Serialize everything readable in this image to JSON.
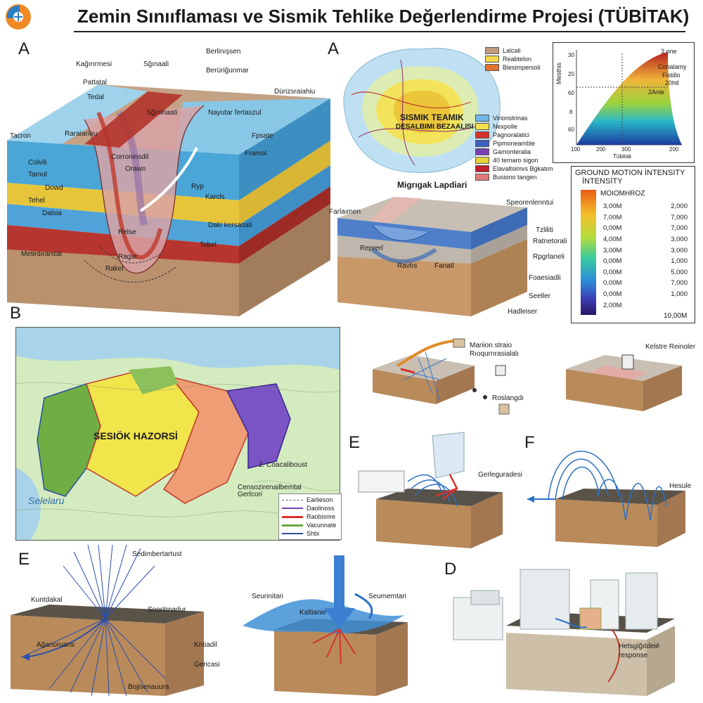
{
  "title": "Zemin Sınııflaması ve Sismik Tehlike Değerlendirme Projesi (TÜBİTAK)",
  "logo": "logo-icon",
  "panel_a_left": {
    "label": "A",
    "labels": [
      "Kağırırmesi",
      "Sğınaali",
      "Berlinışsen",
      "Berüriğunmar",
      "Pattatal",
      "Tedal",
      "Sğıninaati",
      "Dürizsraiahiu",
      "Nayutar fertaszul",
      "Tacron",
      "Raraiariou",
      "Fpsate",
      "Colvili",
      "Corroninsdil",
      "Tamol",
      "Orawn",
      "Framol",
      "Dowd",
      "Tehel",
      "Ryp",
      "Karcls",
      "Dalsia",
      "Daki kersasati",
      "Metirdıransai",
      "Relse",
      "Tebel",
      "Ragat",
      "Rakel"
    ]
  },
  "panel_a_right": {
    "label": "A",
    "map_title_1": "SISMIK TEAMIK",
    "map_title_2": "DESALBIMI BEZAALISI",
    "legend_top": [
      {
        "label": "Lalcali",
        "color": "#c49a7e"
      },
      {
        "label": "Reabtelon",
        "color": "#f2d84a"
      },
      {
        "label": "Blesimpersoli",
        "color": "#e0722e"
      }
    ],
    "legend_bottom": [
      {
        "label": "Virionstrinas",
        "color": "#6fb7e6"
      },
      {
        "label": "Nexpolle",
        "color": "#f4e04a"
      },
      {
        "label": "Pagnoralatici",
        "color": "#d7322a"
      },
      {
        "label": "Pipmoneamble",
        "color": "#3b5fc0"
      },
      {
        "label": "Gamonteralia",
        "color": "#7a3fb5"
      },
      {
        "label": "40 temaro sigon",
        "color": "#e6d33a"
      },
      {
        "label": "Elavaltsimvs Bgkatım",
        "color": "#c41f2c"
      },
      {
        "label": "Busiono tangen",
        "color": "#e07a7a"
      }
    ],
    "below_title": "Migrıgak Lapdiari",
    "block_labels": [
      "Farlaımen",
      "Speorenlenntui",
      "Tzliliti",
      "Ratnetorali",
      "Rpgrlaneli",
      "Reprerl",
      "Ravtıs",
      "Fanatl",
      "Foaesiadli",
      "Seeller",
      "Hadleiser"
    ]
  },
  "curve_chart": {
    "y_label": "Mesthis",
    "y_ticks": [
      "30",
      "20",
      "60",
      "8",
      "60"
    ],
    "x_ticks": [
      "100",
      "200",
      "300",
      "200"
    ],
    "x_label": "Tübitak",
    "annotations": [
      "3 one",
      "Conalamy",
      "Fistillo",
      "20htl",
      "2Anie"
    ]
  },
  "intensity_legend": {
    "title_1": "GROUND MOTION İNTENSITY",
    "title_2": "İNTENSİTY",
    "header": "MOIOMHROZ",
    "rows": [
      [
        "3,00M",
        "2,000"
      ],
      [
        "7,00M",
        "7,000"
      ],
      [
        "0,00M",
        "7,000"
      ],
      [
        "4,00M",
        "3,000"
      ],
      [
        "3,00M",
        "3,000"
      ],
      [
        "0,00M",
        "1,000"
      ],
      [
        "0,00M",
        "5,000"
      ],
      [
        "0,00M",
        "7,000"
      ],
      [
        "0,00M",
        "1,000"
      ],
      [
        "2,00M",
        ""
      ]
    ],
    "footer": "10,00M"
  },
  "panel_b": {
    "label": "B",
    "map_title": "SESIÖK HAZORSİ",
    "sea_label": "Selelaru",
    "region_labels": [
      "2. Coacaliboust",
      "Censozirenailbemtal",
      "Gerlcori"
    ],
    "legend": [
      {
        "label": "Earlieson",
        "color": "#666666"
      },
      {
        "label": "Daolinoss",
        "color": "#7a3fb5"
      },
      {
        "label": "Raobisrire",
        "color": "#d7322a"
      },
      {
        "label": "Vacunnate",
        "color": "#6aa840"
      },
      {
        "label": "Shbi",
        "color": "#2b4fa0"
      }
    ]
  },
  "panel_mid_right": {
    "labels_left": [
      "Mariion straio",
      "Rıoqurnrasialalı",
      "Roslangdı"
    ],
    "label_right": "Kelstre Reinoler"
  },
  "panel_e_top": {
    "label": "E",
    "annotation": "Gerleguradesi"
  },
  "panel_f": {
    "label": "F",
    "annotation": "Hesule"
  },
  "panel_e_bottom": {
    "label": "E",
    "labels": [
      "Sedimbertartust",
      "Kuntdakal",
      "Sooritmadur",
      "Ağanoruans",
      "Kntiadil",
      "Gericasi",
      "Bojisenauura"
    ],
    "right_labels": [
      "Seurinitari",
      "Kaltianie",
      "Seumemtari"
    ]
  },
  "panel_d": {
    "label": "D",
    "annotation_1": "Hetsgiğıtdeié",
    "annotation_2": "response"
  }
}
